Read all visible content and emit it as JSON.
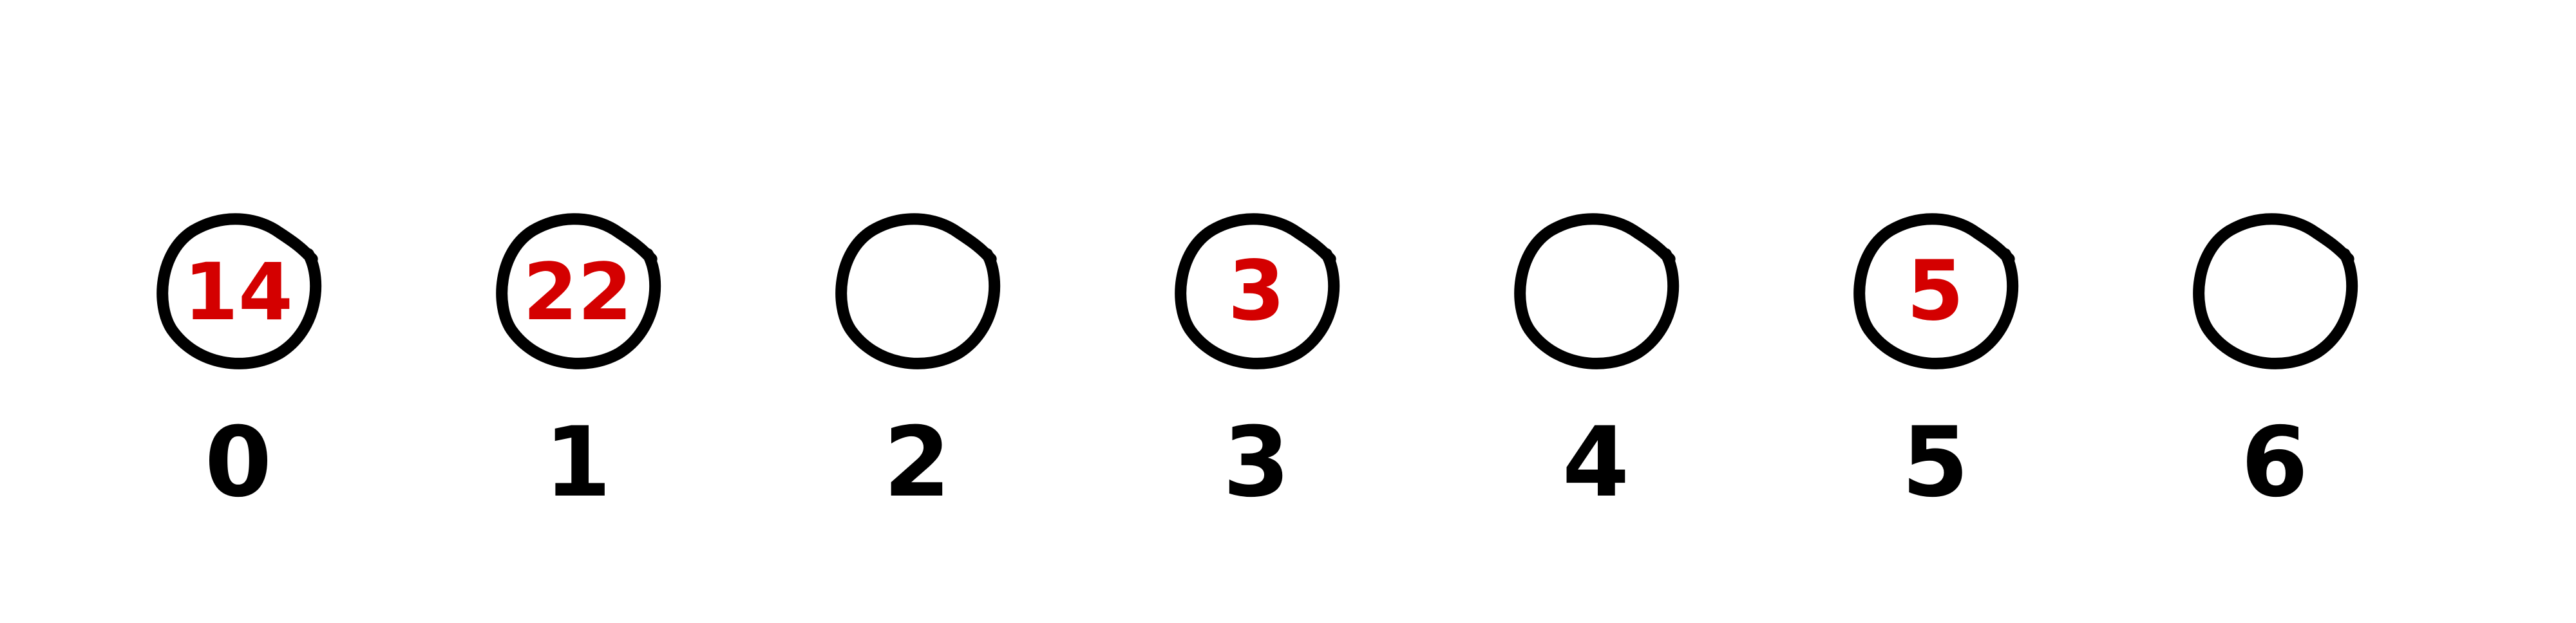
{
  "colors": {
    "ink": "#000000",
    "value_ink": "#d40000",
    "background": "#ffffff"
  },
  "slots": [
    {
      "index": "0",
      "value": "14"
    },
    {
      "index": "1",
      "value": "22"
    },
    {
      "index": "2",
      "value": ""
    },
    {
      "index": "3",
      "value": "3"
    },
    {
      "index": "4",
      "value": ""
    },
    {
      "index": "5",
      "value": "5"
    },
    {
      "index": "6",
      "value": ""
    }
  ]
}
